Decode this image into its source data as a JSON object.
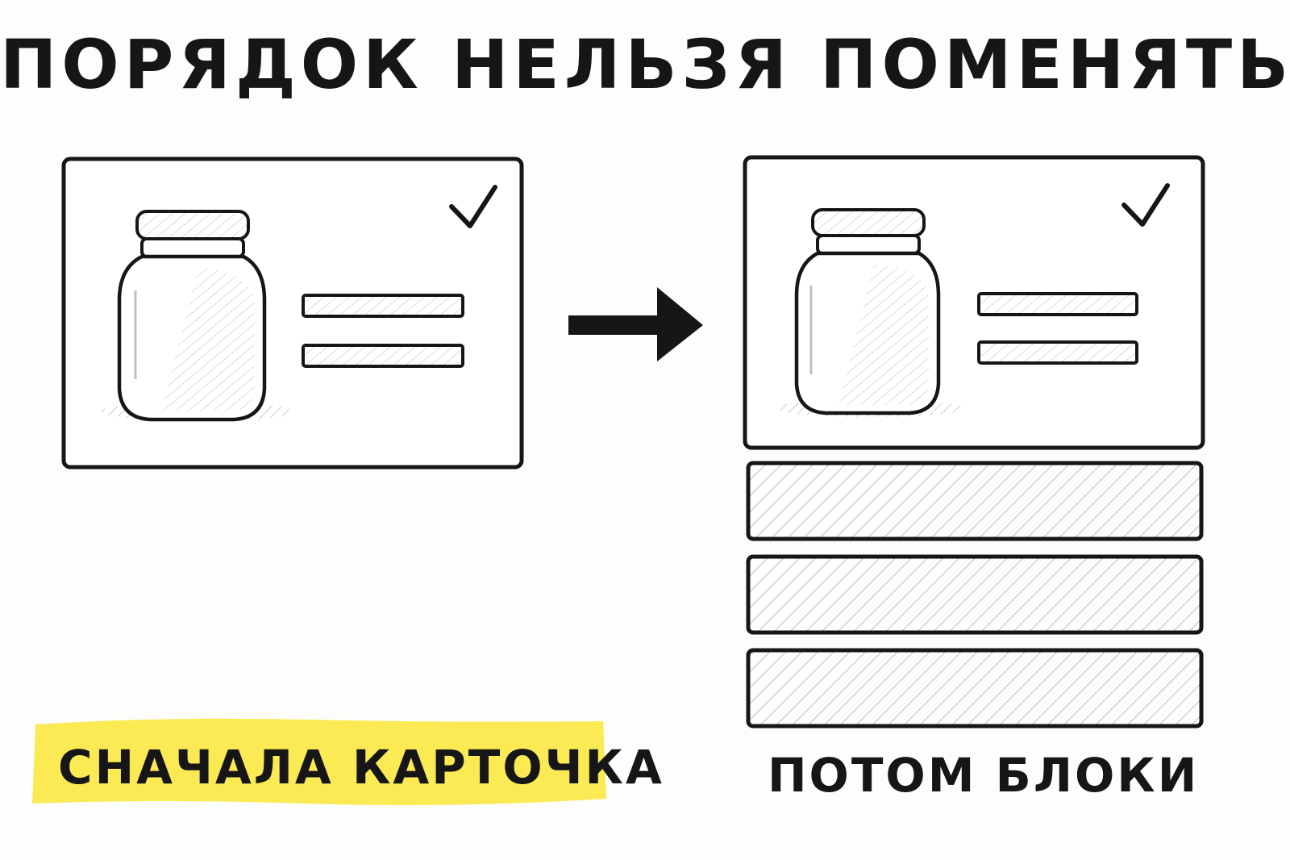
{
  "title": "ПОРЯДОК НЕЛЬЗЯ ПОМЕНЯТЬ",
  "captions": {
    "left": "СНАЧАЛА КАРТОЧКА",
    "right": "ПОТОМ БЛОКИ"
  },
  "colors": {
    "ink": "#161616",
    "highlight": "#fbe94a",
    "hatch": "#8a8a8a",
    "paper": "#fdfdfb"
  },
  "icons": {
    "card_image": "jar-icon",
    "card_status": "checkmark-icon",
    "flow": "arrow-right-icon"
  }
}
